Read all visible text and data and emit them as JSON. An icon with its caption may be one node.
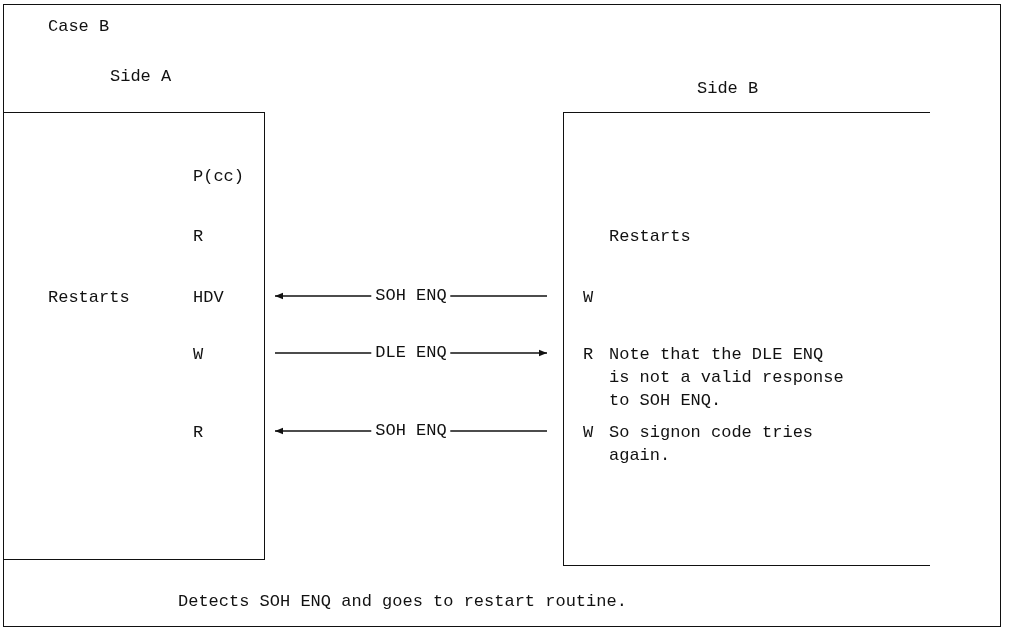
{
  "diagram": {
    "title": "Case B",
    "caption": "Detects SOH ENQ and goes to restart routine.",
    "nodes": [
      {
        "text": [
          "Side A",
          "P(cc)",
          "R",
          "Restarts",
          "HDV",
          "W",
          "R"
        ]
      },
      {
        "text": [
          "Side B",
          "Restarts",
          "W",
          "R",
          "Note that the DLE ENQ is not a valid response to SOH ENQ.",
          "W",
          "So signon code tries again."
        ]
      }
    ],
    "edges": [
      {
        "from": 1,
        "to": 0,
        "arrow": "to",
        "label": "SOH ENQ"
      },
      {
        "from": 0,
        "to": 1,
        "arrow": "to",
        "label": "DLE ENQ"
      },
      {
        "from": 1,
        "to": 0,
        "arrow": "to",
        "label": "SOH ENQ"
      }
    ]
  }
}
